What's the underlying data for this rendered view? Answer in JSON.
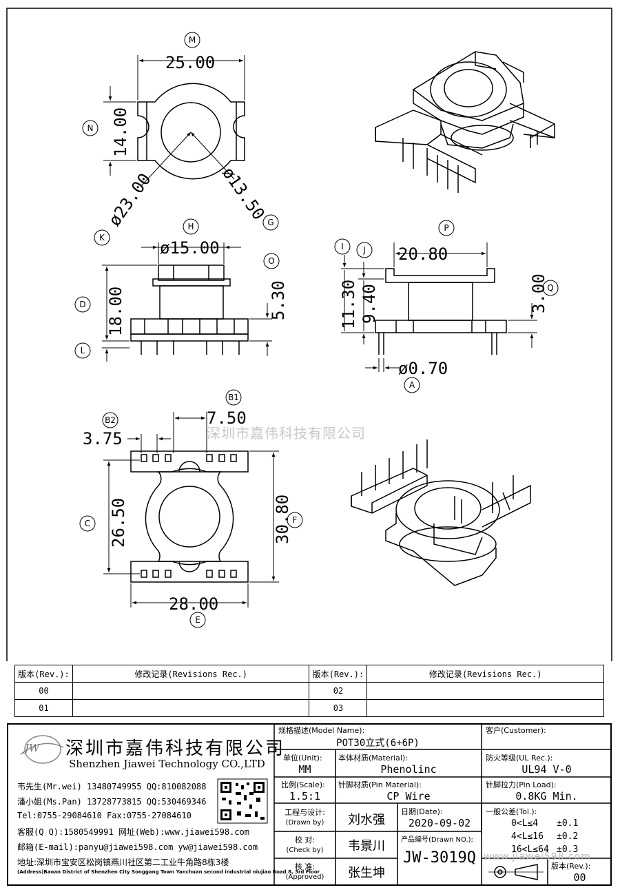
{
  "watermark_zh": "深圳市嘉伟科技有限公司",
  "watermark_url": "www.jiawei598.com",
  "dimensions": {
    "top_view": {
      "width": "25.00",
      "width_tag": "M",
      "height": "14.00",
      "height_tag": "N",
      "outer_dia": "ø23.00",
      "outer_dia_tag": "K",
      "inner_dia": "ø13.50",
      "inner_dia_tag": "G"
    },
    "front_view": {
      "flange": "ø15.00",
      "flange_tag": "H",
      "total_h": "18.00",
      "total_h_tag": "D",
      "top_h": "5.30",
      "top_h_tag": "O",
      "pin_tag": "L"
    },
    "side_view": {
      "width": "20.80",
      "width_tag": "P",
      "h1": "11.30",
      "h1_tag": "I",
      "h2": "9.40",
      "h2_tag": "J",
      "h3": "3.00",
      "h3_tag": "Q",
      "pin_dia": "ø0.70",
      "pin_dia_tag": "A"
    },
    "bottom_view": {
      "pitch": "7.50",
      "pitch_tag": "B1",
      "half_pitch": "3.75",
      "half_pitch_tag": "B2",
      "inner_h": "26.50",
      "inner_h_tag": "C",
      "outer_h": "30.80",
      "outer_h_tag": "F",
      "width": "28.00",
      "width_tag": "E"
    }
  },
  "revisions": {
    "header_rev": "版本(Rev.):",
    "header_rec": "修改记录(Revisions Rec.)",
    "rows": [
      {
        "rev_a": "00",
        "rec_a": "",
        "rev_b": "02",
        "rec_b": ""
      },
      {
        "rev_a": "01",
        "rec_a": "",
        "rev_b": "03",
        "rec_b": ""
      }
    ]
  },
  "company": {
    "name_zh": "深圳市嘉伟科技有限公司",
    "name_en": "Shenzhen Jiawei Technology CO.,LTD",
    "logo_text": "JW",
    "contacts": [
      "韦先生(Mr.wei) 13480749955 QQ:810082088",
      "潘小姐(Ms.Pan) 13728773815 QQ:530469346",
      "Tel:0755-29084610     Fax:0755-27084610",
      "客服(Q Q):1580549991  网址(Web):www.jiawei598.com",
      "邮箱(E-mail):panyu@jiawei598.com  yw@jiawei598.com"
    ],
    "address_zh": "地址:深圳市宝安区松岗镇燕川社区第二工业牛角路8栋3楼",
    "address_en": "(Address)Baoan District of Shenzhen City Songgang Town Yanchuan  second industrial niujiao Road 8, 3rd Floor"
  },
  "title_block": {
    "model_label": "规格描述(Model Name):",
    "model_value": "POT30立式(6+6P)",
    "customer_label": "客户(Customer):",
    "customer_value": "",
    "unit_label": "单位(Unit):",
    "unit_value": "MM",
    "material_label": "本体材质(Material):",
    "material_value": "Phenolinc",
    "ul_label": "防火等级(UL Rec.):",
    "ul_value": "UL94 V-0",
    "scale_label": "比例(Scale):",
    "scale_value": "1.5:1",
    "pin_material_label": "针脚材质(Pin Material):",
    "pin_material_value": "CP Wire",
    "pin_load_label": "针脚拉力(Pin Load):",
    "pin_load_value": "0.8KG Min.",
    "drawn_label": "工程与设计:",
    "drawn_label_en": "(Drawn by)",
    "drawn_value": "刘水强",
    "check_label": "校  对:",
    "check_label_en": "(Check by)",
    "check_value": "韦景川",
    "approved_label": "核  准:",
    "approved_label_en": "(Approved)",
    "approved_value": "张生坤",
    "date_label": "日期(Date):",
    "date_value": "2020-09-02",
    "drawn_no_label": "产品编号(Drawn NO.):",
    "drawn_no_value": "JW-3019Q",
    "tol_label": "一般公差(Tol.):",
    "tol_rows": [
      {
        "range": "0<L≤4",
        "tol": "±0.1"
      },
      {
        "range": "4<L≤16",
        "tol": "±0.2"
      },
      {
        "range": "16<L≤64",
        "tol": "±0.3"
      }
    ],
    "rev_label": "版本(Rev.):",
    "rev_value": "00"
  }
}
